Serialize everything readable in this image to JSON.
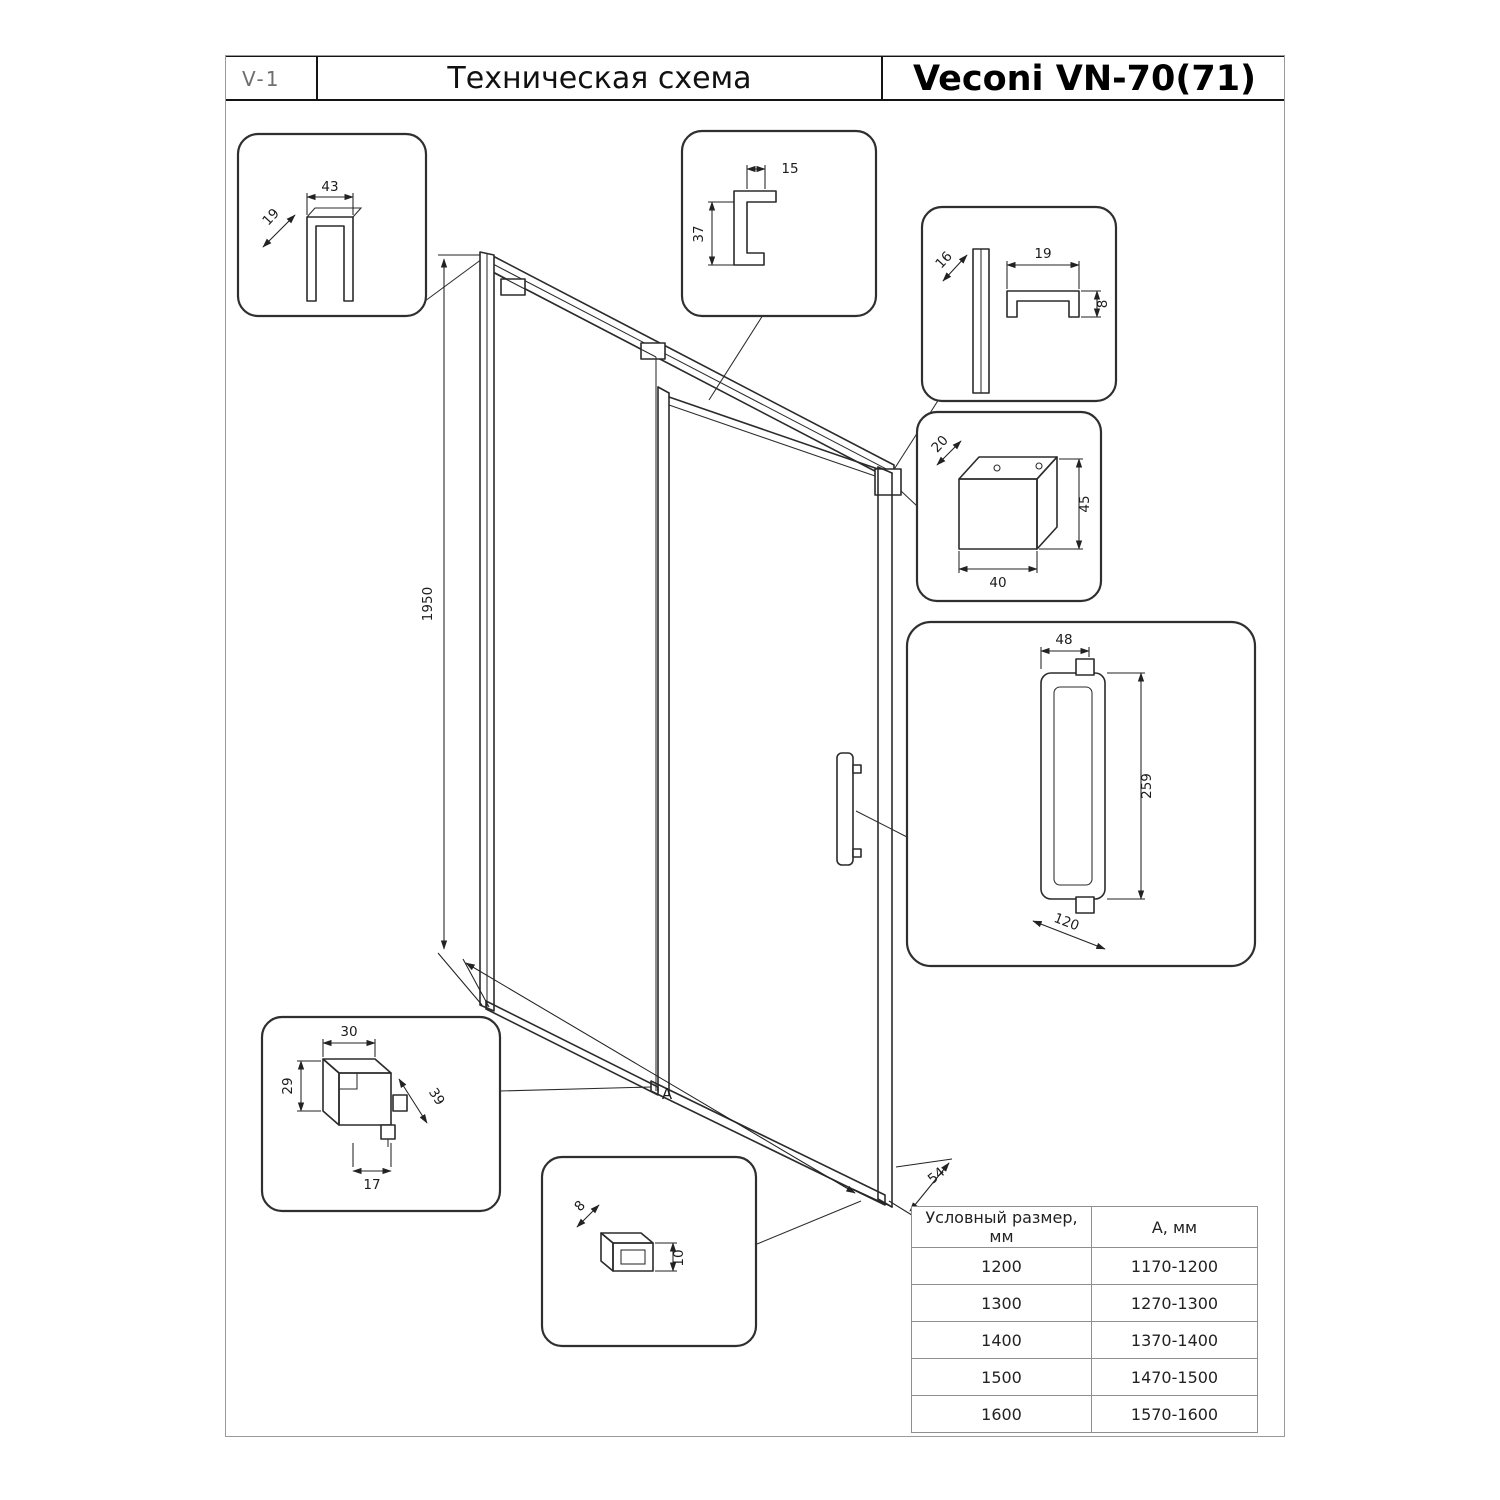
{
  "header": {
    "rev_label": "V-1",
    "title": "Техническая схема",
    "model": "Veconi VN-70(71)"
  },
  "colors": {
    "line": "#2b2b2b",
    "frame_border": "#9a9a9a",
    "table_border": "#8f8f8f"
  },
  "drawing": {
    "main_dims": {
      "height": "1950",
      "width": "А",
      "depth": "54"
    },
    "callouts": {
      "wall_profile": {
        "d19": "19",
        "d43": "43"
      },
      "top_rail_profile": {
        "d15": "15",
        "d37": "37"
      },
      "right_profile": {
        "d16": "16",
        "d19": "19",
        "d8": "8"
      },
      "roller_cover": {
        "d20": "20",
        "d45": "45",
        "d40": "40"
      },
      "handle": {
        "d48": "48",
        "d259": "259",
        "d120": "120"
      },
      "roller_block": {
        "d30": "30",
        "d29": "29",
        "d39": "39",
        "d17": "17"
      },
      "bottom_profile": {
        "d8": "8",
        "d10": "10"
      }
    }
  },
  "size_table": {
    "headers": [
      "Условный размер, мм",
      "А, мм"
    ],
    "rows": [
      [
        "1200",
        "1170-1200"
      ],
      [
        "1300",
        "1270-1300"
      ],
      [
        "1400",
        "1370-1400"
      ],
      [
        "1500",
        "1470-1500"
      ],
      [
        "1600",
        "1570-1600"
      ]
    ]
  }
}
